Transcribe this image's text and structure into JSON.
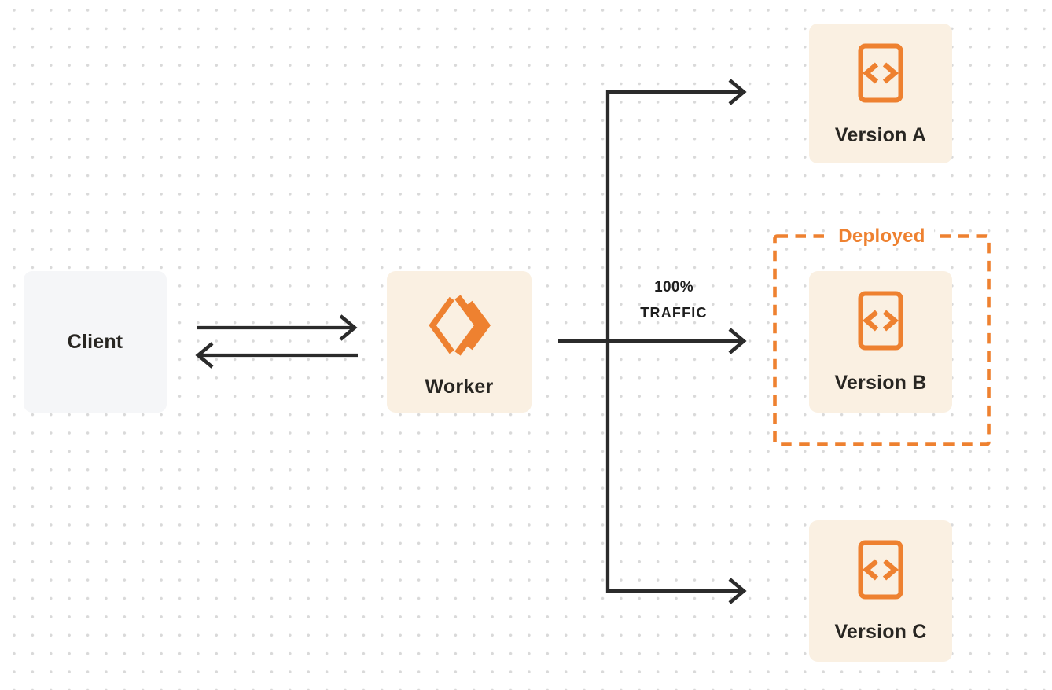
{
  "diagram": {
    "nodes": {
      "client": {
        "label": "Client"
      },
      "worker": {
        "label": "Worker",
        "icon": "worker-chevrons-icon"
      },
      "version_a": {
        "label": "Version A",
        "icon": "code-file-icon"
      },
      "version_b": {
        "label": "Version B",
        "icon": "code-file-icon"
      },
      "version_c": {
        "label": "Version C",
        "icon": "code-file-icon"
      }
    },
    "group": {
      "deployed": {
        "label": "Deployed"
      }
    },
    "edges": {
      "traffic": {
        "line1": "100%",
        "line2": "TRAFFIC"
      }
    },
    "colors": {
      "accent_orange": "#ee8130",
      "node_fill": "#faf0e2",
      "client_fill": "#f5f6f8",
      "connector": "#2b2b2b",
      "label_text": "#282622",
      "dot_grid": "#d9d9d9"
    }
  }
}
